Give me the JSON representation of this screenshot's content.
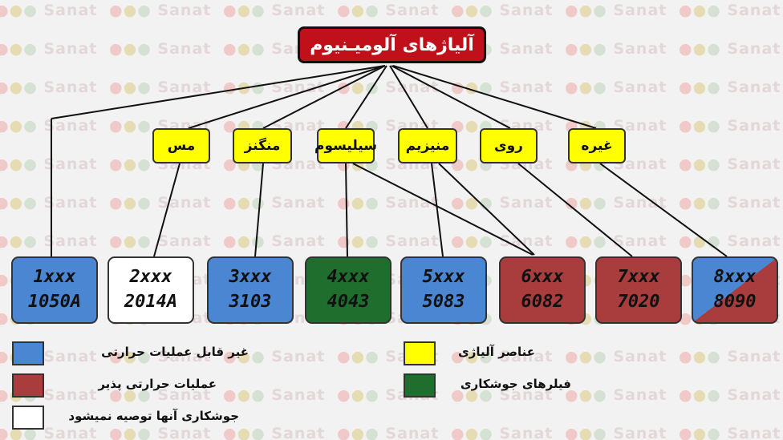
{
  "title": "آلیاژهای آلومیـنیوم",
  "watermark": "Sanat",
  "elements": [
    {
      "id": "cu",
      "label": "مس"
    },
    {
      "id": "mn",
      "label": "منگنز"
    },
    {
      "id": "si",
      "label": "سیلیسوم"
    },
    {
      "id": "mg",
      "label": "منیزیم"
    },
    {
      "id": "zn",
      "label": "روی"
    },
    {
      "id": "other",
      "label": "غیره"
    }
  ],
  "series": [
    {
      "name": "1xxx",
      "example": "1050A",
      "class": "non-heat-treatable"
    },
    {
      "name": "2xxx",
      "example": "2014A",
      "class": "not-weldable"
    },
    {
      "name": "3xxx",
      "example": "3103",
      "class": "non-heat-treatable"
    },
    {
      "name": "4xxx",
      "example": "4043",
      "class": "filler"
    },
    {
      "name": "5xxx",
      "example": "5083",
      "class": "non-heat-treatable"
    },
    {
      "name": "6xxx",
      "example": "6082",
      "class": "heat-treatable"
    },
    {
      "name": "7xxx",
      "example": "7020",
      "class": "heat-treatable"
    },
    {
      "name": "8xxx",
      "example": "8090",
      "class": "mixed"
    }
  ],
  "legend": {
    "non_heat_treatable": "غیر قابل عملیات حرارتی",
    "heat_treatable": "عملیات حرارتی پذیر",
    "not_weldable": "جوشکاری آنها توصیه نمیشود",
    "alloy_elements": "عناصر آلیاژی",
    "welding_fillers": "فیلرهای جوشکاری"
  },
  "colors": {
    "title_bg": "#c0101a",
    "element_bg": "#ffff00",
    "non_heat_treatable": "#4a86d2",
    "heat_treatable": "#a93c3c",
    "not_weldable": "#ffffff",
    "filler": "#1f6e2e"
  }
}
